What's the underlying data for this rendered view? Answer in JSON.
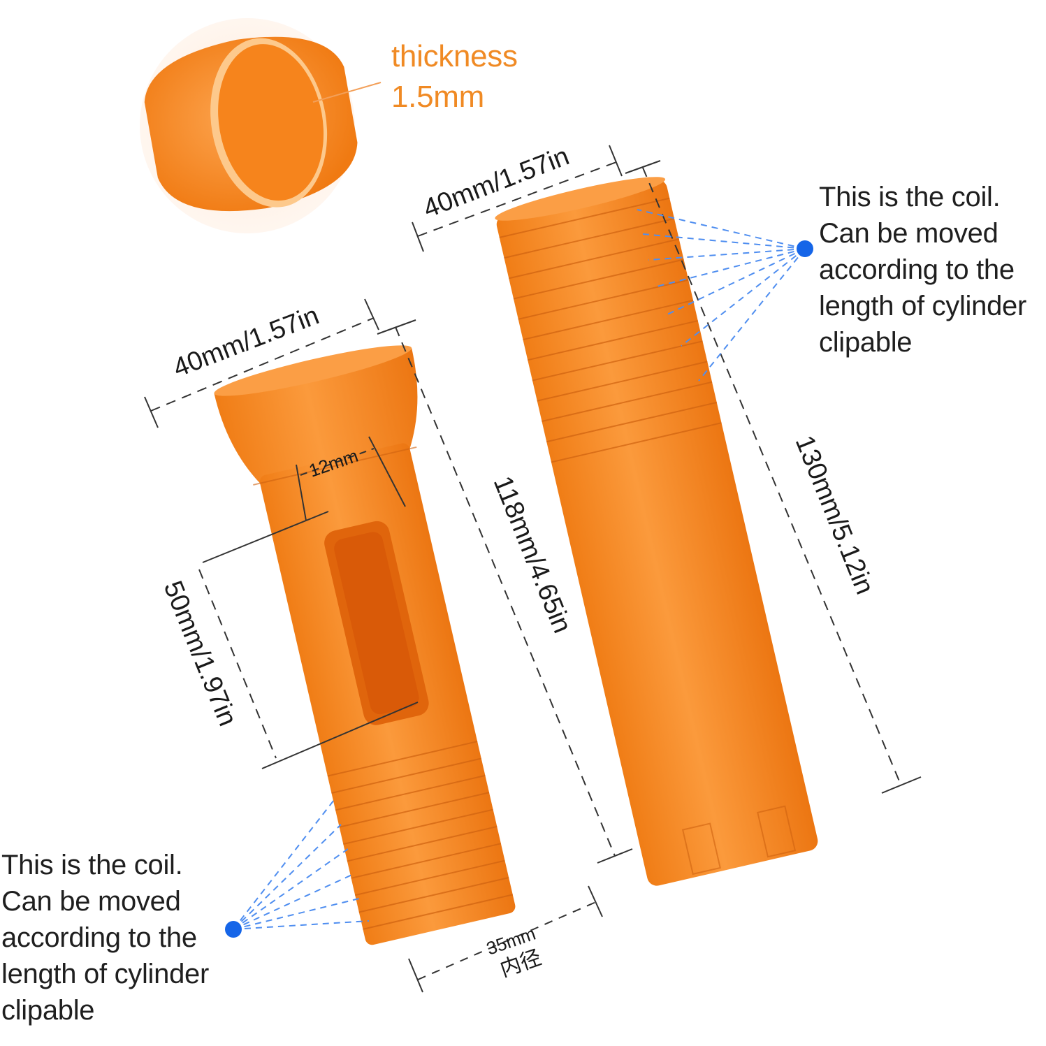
{
  "colors": {
    "orange": "#f7871f",
    "orange_light": "#fb9b3e",
    "orange_dark": "#e46f10",
    "accent_text": "#f08a24",
    "marker_blue": "#1565e8",
    "dash_blue": "#4f8ef0",
    "text": "#1f1f1f",
    "background": "#ffffff"
  },
  "thickness_callout": {
    "line1": "thickness",
    "line2": "1.5mm"
  },
  "left_tube": {
    "diameter": "40mm/1.57in",
    "length": "118mm/4.65in",
    "window_width": "12mm",
    "window_height": "50mm/1.97in",
    "inner_diameter": "35mm",
    "inner_diameter_cn": "内径"
  },
  "right_tube": {
    "diameter": "40mm/1.57in",
    "length": "130mm/5.12in"
  },
  "coil_note_right": {
    "lines": [
      "This is the coil.",
      "Can be moved",
      "according to the",
      "length of cylinder",
      "clipable"
    ]
  },
  "coil_note_left": {
    "lines": [
      "This is the coil.",
      "Can be moved",
      "according to the",
      "length of cylinder",
      "clipable"
    ]
  }
}
